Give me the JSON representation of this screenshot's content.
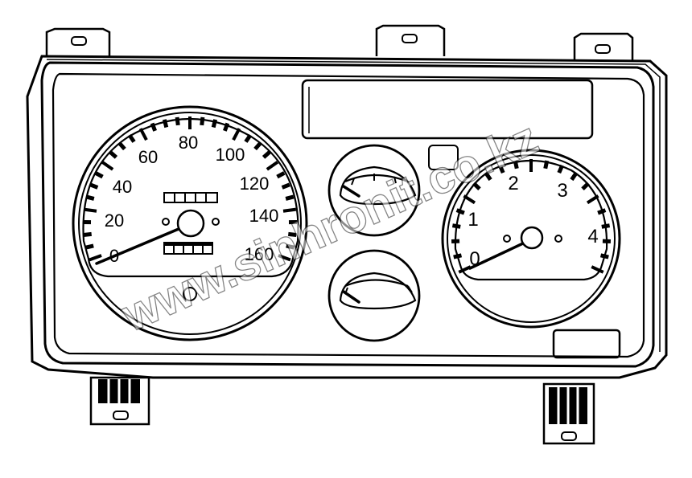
{
  "speedometer": {
    "scale": [
      "0",
      "20",
      "40",
      "60",
      "80",
      "100",
      "120",
      "140",
      "160"
    ],
    "min": 0,
    "max": 160,
    "needle_value": 0
  },
  "tachometer": {
    "scale": [
      "0",
      "1",
      "2",
      "3",
      "4"
    ],
    "min": 0,
    "max": 4,
    "needle_value": 0
  },
  "watermark": "www.sinhronit.co.kz"
}
